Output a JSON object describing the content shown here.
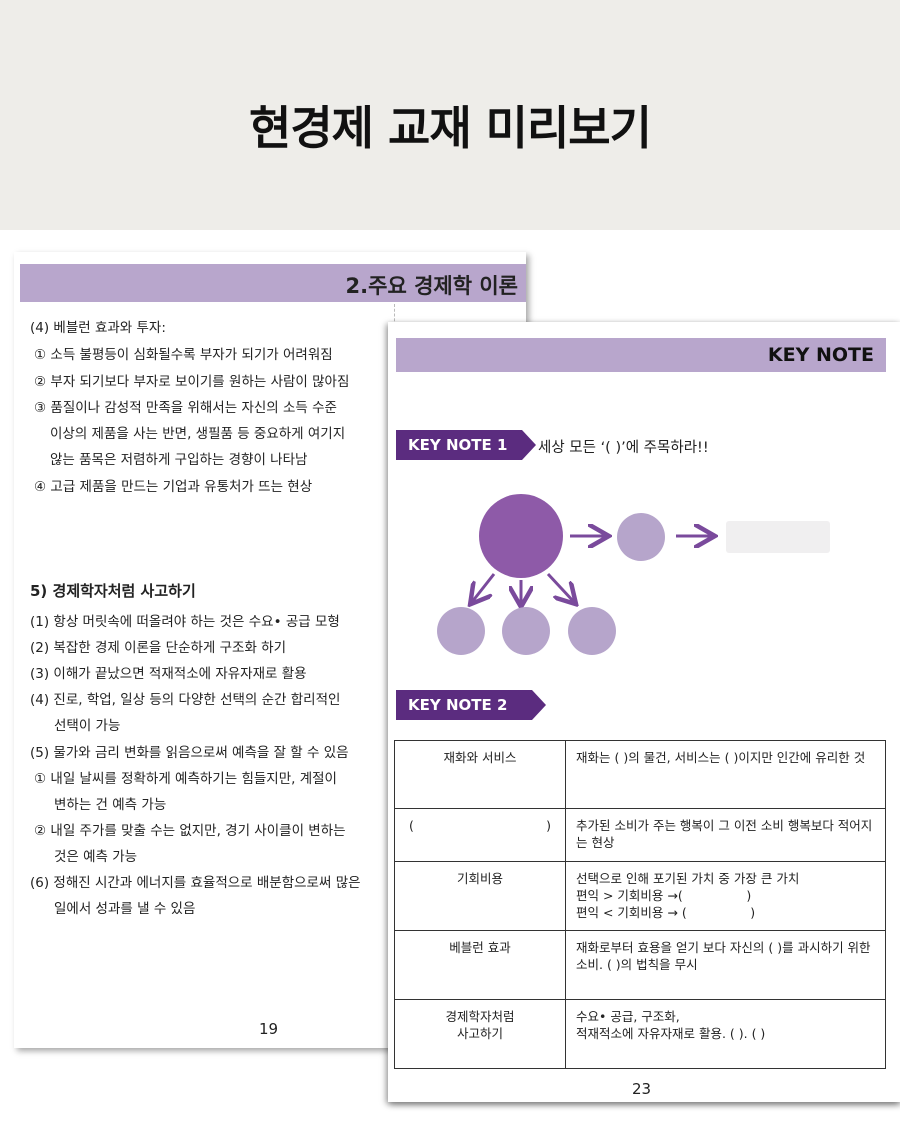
{
  "banner": {
    "title": "현경제 교재 미리보기"
  },
  "left_page": {
    "header_title": "2.주요 경제학 이론",
    "lines": [
      "(4) 베블런 효과와 투자:",
      "① 소득 불평등이 심화될수록 부자가 되기가 어려워짐",
      "② 부자 되기보다 부자로 보이기를 원하는 사람이 많아짐",
      "③ 품질이나 감성적 만족을 위해서는 자신의 소득 수준",
      "이상의 제품을 사는 반면, 생필품 등 중요하게 여기지",
      "않는 품목은 저렴하게 구입하는 경향이 나타남",
      "④ 고급 제품을 만드는 기업과 유통처가 뜨는 현상",
      "5) 경제학자처럼 사고하기",
      "(1) 항상 머릿속에 떠올려야 하는 것은 수요• 공급 모형",
      "(2) 복잡한 경제 이론을 단순하게 구조화 하기",
      "(3) 이해가 끝났으면 적재적소에 자유자재로 활용",
      "(4) 진로, 학업, 일상 등의 다양한 선택의 순간 합리적인",
      "선택이 가능",
      "(5) 물가와 금리 변화를 읽음으로써 예측을 잘 할 수 있음",
      "① 내일 날씨를 정확하게 예측하기는 힘들지만, 계절이",
      "변하는 건 예측 가능",
      "② 내일 주가를 맞출 수는 없지만, 경기 사이클이 변하는",
      "것은 예측 가능",
      "(6) 정해진 시간과 에너지를 효율적으로 배분함으로써 많은",
      "일에서 성과를 낼 수 있음"
    ],
    "page_number": "19"
  },
  "right_page": {
    "header_title": "KEY NOTE",
    "keynote1": {
      "tag": "KEY NOTE 1",
      "text": "세상 모든 ‘(      )’에 주목하라!!"
    },
    "keynote2": {
      "tag": "KEY NOTE 2"
    },
    "table": [
      {
        "term": "재화와 서비스",
        "desc": "재화는 (      )의 물건, 서비스는 (      )이지만 인간에 유리한 것"
      },
      {
        "term_left": "(",
        "term_right": ")",
        "desc": "추가된 소비가 주는 행복이 그 이전 소비 행복보다 적어지는 현상"
      },
      {
        "term": "기회비용",
        "desc_lines": [
          "선택으로 인해 포기된 가치 중 가장 큰 가치",
          "편익 > 기회비용 →(                )",
          "편익 < 기회비용 → (                )"
        ]
      },
      {
        "term": "베블런 효과",
        "desc": "재화로부터 효용을 얻기 보다 자신의 (   )를 과시하기 위한 소비.  (                )의 법칙을 무시"
      },
      {
        "term_lines": [
          "경제학자처럼",
          "사고하기"
        ],
        "desc_lines": [
          "수요•  공급, 구조화,",
          "적재적소에 자유자재로 활용. (       ). (       )"
        ]
      }
    ],
    "page_number": "23"
  },
  "colors": {
    "accent_purple": "#5b2c7f",
    "header_lavender": "#b8a6cc",
    "circle_dark": "#8e5aa8",
    "circle_light": "#b6a5cb"
  }
}
